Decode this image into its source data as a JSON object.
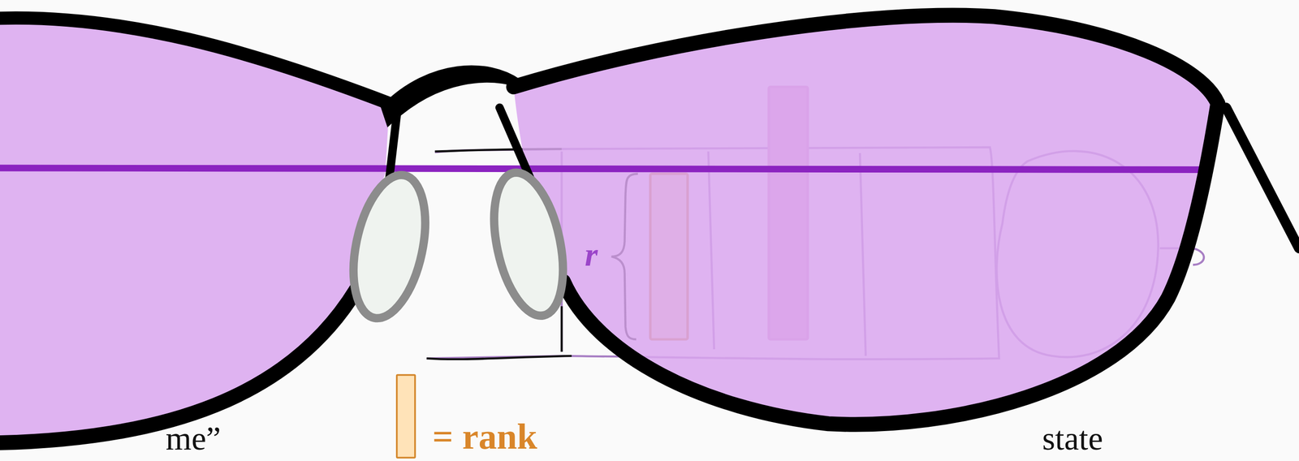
{
  "diagram": {
    "labels": [
      "r",
      "me”",
      "state"
    ],
    "legend": [
      {
        "text": "= rank",
        "color": "#ffe3b8"
      }
    ]
  }
}
